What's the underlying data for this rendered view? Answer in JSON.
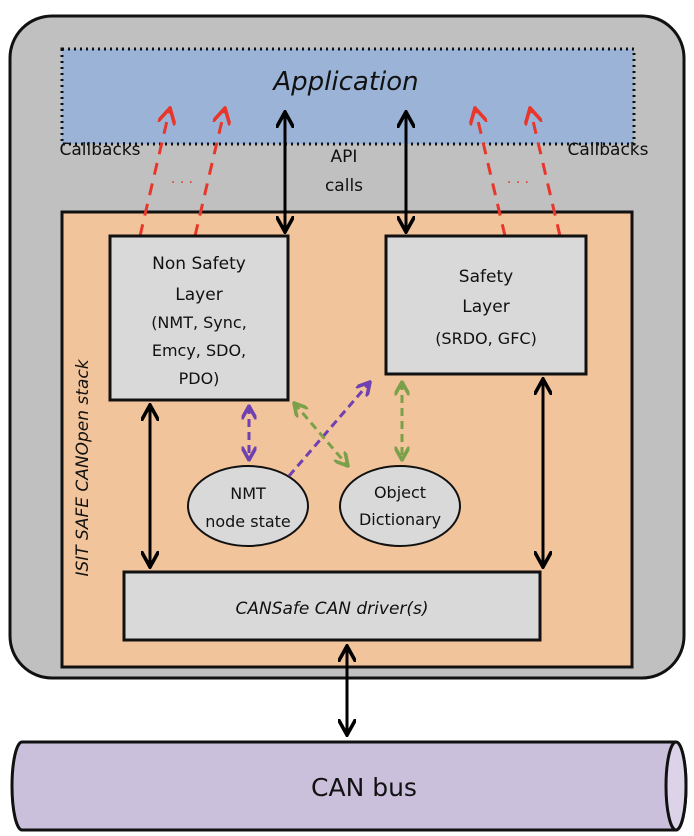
{
  "application": {
    "label": "Application"
  },
  "labels": {
    "callbacks_left": "Callbacks",
    "callbacks_right": "Callbacks",
    "api_line1": "API",
    "api_line2": "calls",
    "dots_left": ". . .",
    "dots_right": ". . ."
  },
  "stack": {
    "label": "ISIT SAFE CANOpen stack"
  },
  "non_safety": {
    "lines": [
      "Non Safety",
      "Layer",
      "(NMT, Sync,",
      "Emcy,  SDO,",
      "PDO)"
    ]
  },
  "safety": {
    "lines": [
      "Safety",
      "Layer",
      "(SRDO, GFC)"
    ]
  },
  "nmt": {
    "lines": [
      "NMT",
      "node state"
    ]
  },
  "od": {
    "lines": [
      "Object",
      "Dictionary"
    ]
  },
  "driver": {
    "label": "CANSafe CAN driver(s)"
  },
  "bus": {
    "label": "CAN bus"
  },
  "colors": {
    "outer": "#c0c0c0",
    "application": "#9bb3d6",
    "stack": "#f2c49b",
    "box": "#d9d9d9",
    "bus": "#cbc0db",
    "callback": "#e8372a",
    "purple": "#7040b0",
    "green": "#7aa04a"
  }
}
